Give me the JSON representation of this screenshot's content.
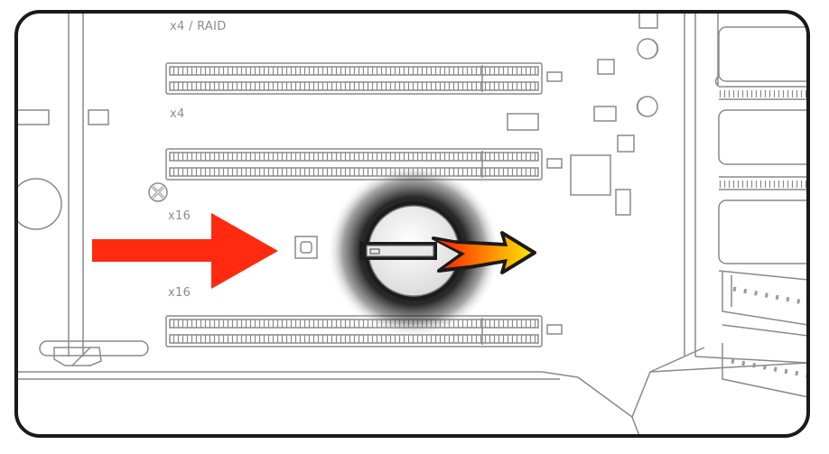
{
  "labels": {
    "slot_top": "x4 /  RAID",
    "slot_second": "x4",
    "slot_third": "x16",
    "slot_bottom": "x16"
  },
  "icons": {
    "main_arrow": "red-arrow-icon",
    "direction_arrow": "orange-arrow-icon",
    "battery": "coin-battery-icon",
    "screw": "screw-icon"
  },
  "colors": {
    "frame": "#1a1a1a",
    "line": "#8a8a8a",
    "board": "#ffffff",
    "red_arrow": "#ff2a10",
    "arrow_gradient_start": "#ff1a00",
    "arrow_gradient_end": "#ffe000",
    "battery_face": "#f2f2f2",
    "glow": "#1a1a1a"
  }
}
